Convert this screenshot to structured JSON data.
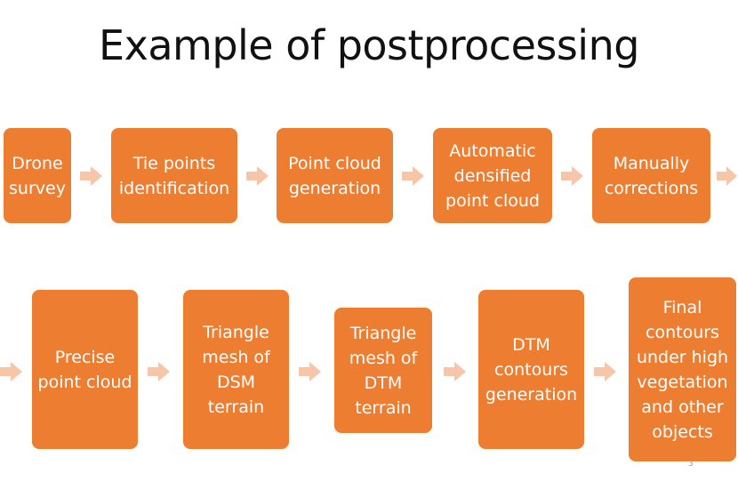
{
  "title": "Example of postprocessing",
  "page_number": "3",
  "colors": {
    "box": "#ED7D31",
    "arrow": "#F7C6A9",
    "text": "#FFFFFF"
  },
  "steps": [
    "Drone\nsurvey",
    "Tie points\nidentification",
    "Point cloud\ngeneration",
    "Automatic\ndensified\npoint cloud",
    "Manually\ncorrections",
    "Precise\npoint cloud",
    "Triangle\nmesh of\nDSM\nterrain",
    "Triangle\nmesh of\nDTM\nterrain",
    "DTM\ncontours\ngeneration",
    "Final\ncontours\nunder high\nvegetation\nand other\nobjects"
  ]
}
